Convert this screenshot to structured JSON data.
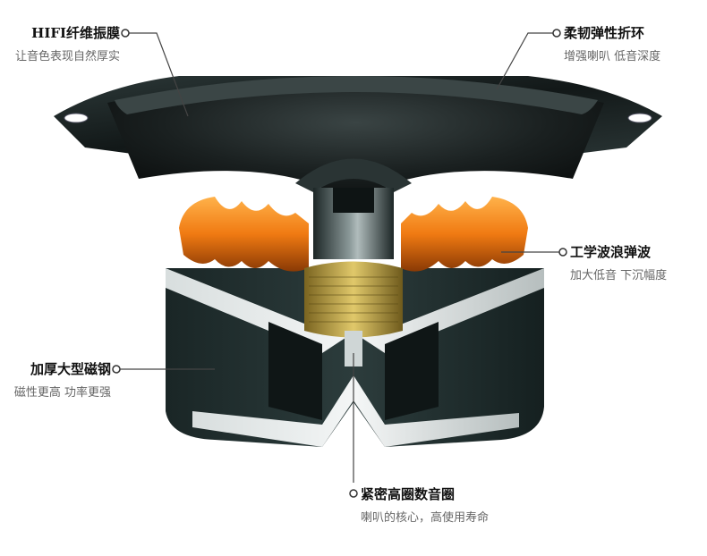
{
  "callouts": {
    "diaphragm": {
      "title": "HIFI纤维振膜",
      "desc": "让音色表现自然厚实"
    },
    "surround": {
      "title": "柔韧弹性折环",
      "desc": "增强喇叭 低音深度"
    },
    "spider": {
      "title": "工学波浪弹波",
      "desc": "加大低音 下沉幅度"
    },
    "magnet": {
      "title": "加厚大型磁钢",
      "desc": "磁性更高 功率更强"
    },
    "coil": {
      "title": "紧密高圈数音圈",
      "desc": "喇叭的核心，高使用寿命"
    }
  },
  "colors": {
    "spider_orange": "#f07a12",
    "metal_dark": "#1e2a2a",
    "cone_dark": "#1a1e1e",
    "coil_gold": "#b39a3a"
  }
}
